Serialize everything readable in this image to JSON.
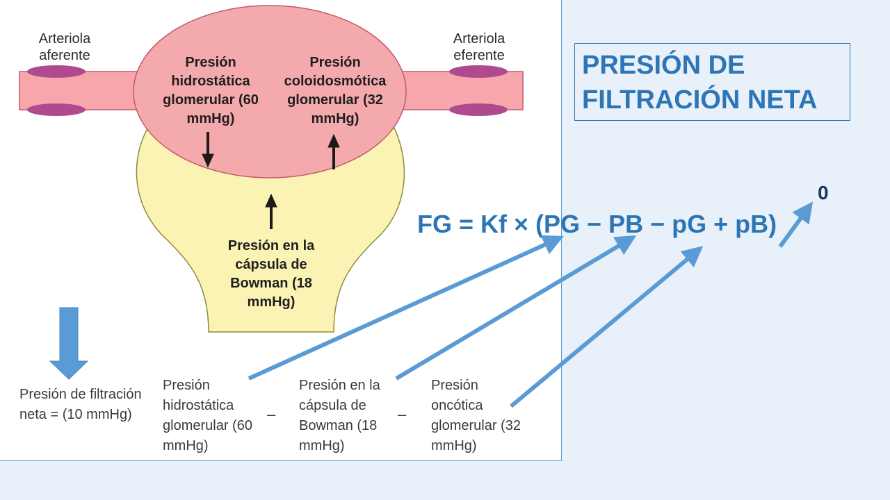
{
  "figure": {
    "afferent_label": "Arteriola aferente",
    "efferent_label": "Arteriola eferente",
    "pg_label": "Presión hidrostática glomerular (60 mmHg)",
    "pig_label": "Presión coloidosmótica glomerular (32 mmHg)",
    "pb_label": "Presión en la cápsula de Bowman (18 mmHg)",
    "colors": {
      "glomerulus": "#f4a9ad",
      "capsule": "#fbf3b4",
      "arteriole": "#f7a6ab",
      "arteriole_wall": "#b04a8e",
      "outline": "#c15a6b"
    }
  },
  "equation": {
    "result_label": "Presión de filtración neta = (10 mmHg)",
    "term1_label": "Presión hidrostática glomerular (60 mmHg)",
    "minus1": "–",
    "term2_label": "Presión en la cápsula de Bowman (18 mmHg)",
    "minus2": "–",
    "term3_label": "Presión oncótica glomerular (32 mmHg)"
  },
  "title": "PRESIÓN DE FILTRACIÓN NETA",
  "formula": "FG = Kf × (PG − PB − pG + pB)",
  "zero_label": "0",
  "accent_color": "#2e75b6",
  "arrow_color": "#5b9bd5"
}
